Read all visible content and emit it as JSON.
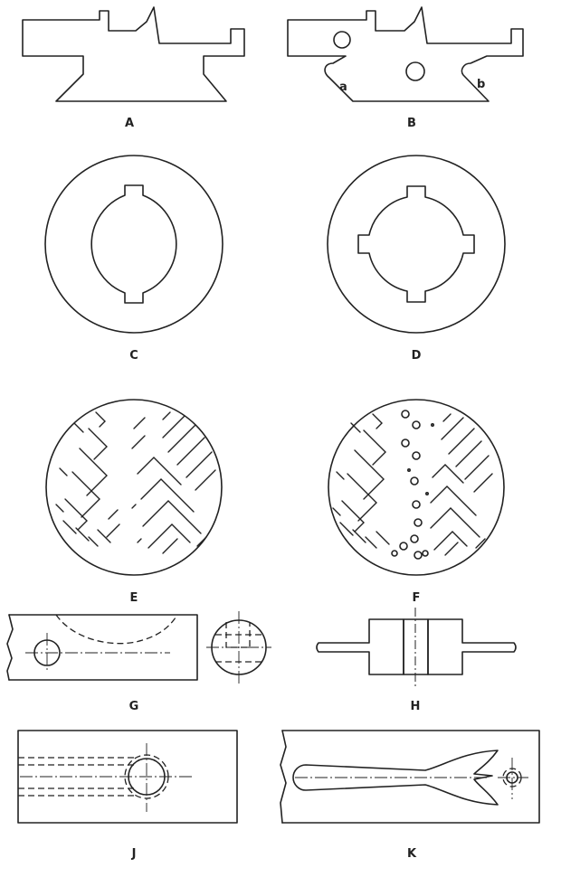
{
  "figure": {
    "labels": {
      "A": "A",
      "B": "B",
      "C": "C",
      "D": "D",
      "E": "E",
      "F": "F",
      "G": "G",
      "H": "H",
      "J": "J",
      "K": "K",
      "notch_a": "a",
      "notch_b": "b"
    }
  }
}
